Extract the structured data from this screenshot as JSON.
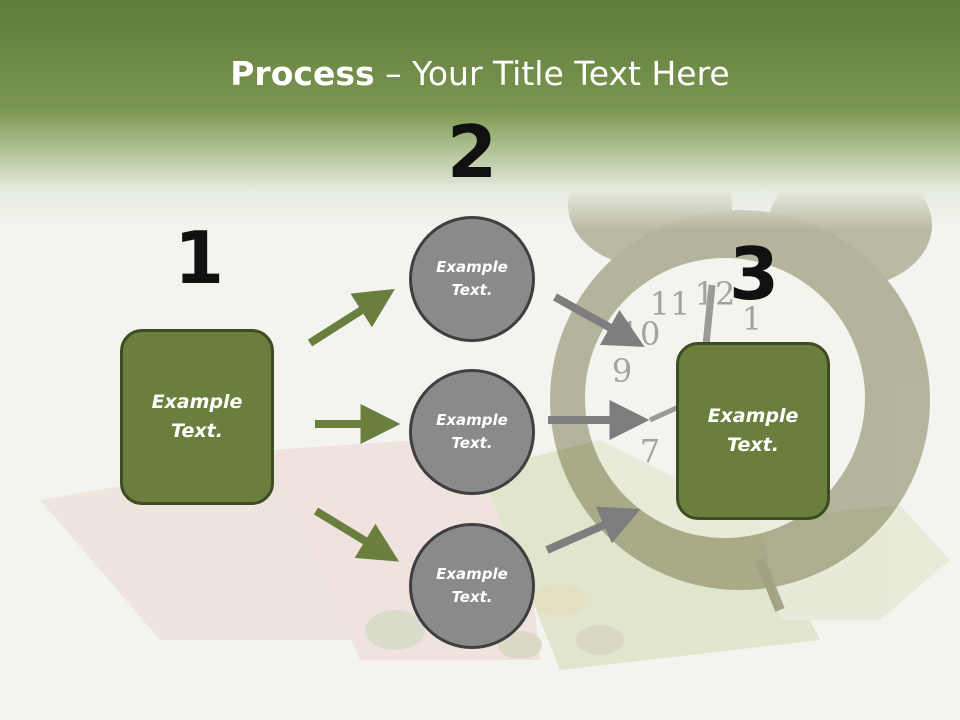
{
  "title": {
    "bold": "Process",
    "rest": " – Your Title Text Here"
  },
  "steps": [
    {
      "number": "1"
    },
    {
      "number": "2"
    },
    {
      "number": "3"
    }
  ],
  "boxes": [
    {
      "text": "Example\nText."
    },
    {
      "text": "Example\nText."
    }
  ],
  "circles": [
    {
      "text": "Example\nText."
    },
    {
      "text": "Example\nText."
    },
    {
      "text": "Example\nText."
    }
  ],
  "clock_numerals": [
    "11",
    "12",
    "1",
    "10",
    "9",
    "7"
  ],
  "colors": {
    "header_green": "#6e8a45",
    "box_fill": "#6a7f3e",
    "box_border": "#3e4c24",
    "circle_fill": "#8a8a8a",
    "circle_border": "#3f3f3f",
    "green_arrow": "#6a7f3e",
    "gray_arrow": "#7e7e7e"
  }
}
